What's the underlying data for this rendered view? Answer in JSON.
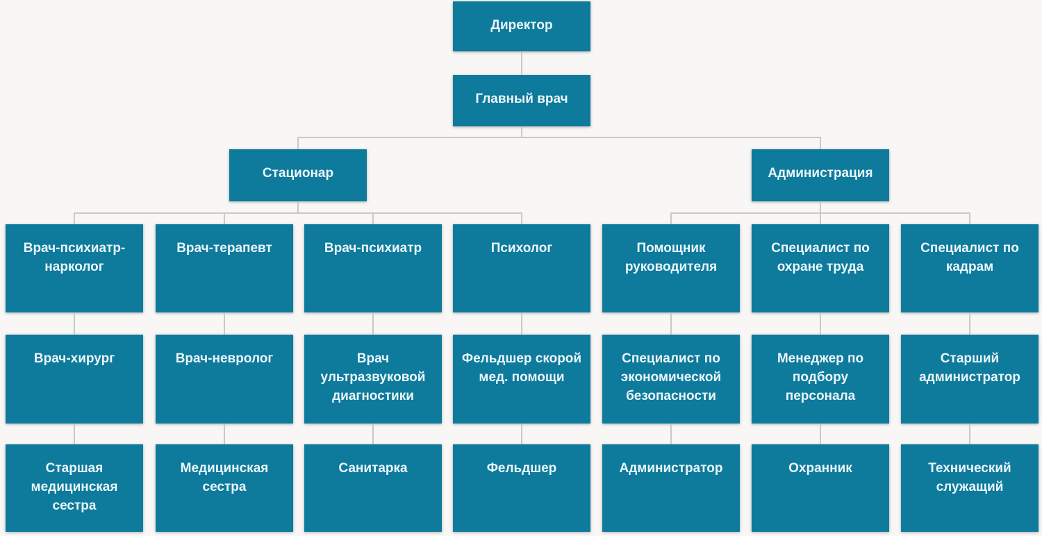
{
  "diagram": {
    "type": "org-chart",
    "colors": {
      "background": "#f8f7f5",
      "node_fill": "#0e7a9c",
      "node_text": "#eaf6fa",
      "connector": "#c8c8c8"
    },
    "nodes": {
      "director": {
        "label": "Директор"
      },
      "chief_physician": {
        "label": "Главный врач",
        "reports_to": "director"
      },
      "stationary": {
        "label": "Стационар",
        "reports_to": "chief_physician"
      },
      "administration": {
        "label": "Администрация",
        "reports_to": "chief_physician"
      },
      "psychiatrist_narcologist": {
        "label": "Врач-психиатр-\nнарколог",
        "reports_to": "stationary"
      },
      "therapist": {
        "label": "Врач-терапевт",
        "reports_to": "stationary"
      },
      "psychiatrist": {
        "label": "Врач-психиатр",
        "reports_to": "stationary"
      },
      "psychologist": {
        "label": "Психолог",
        "reports_to": "stationary"
      },
      "assistant_to_head": {
        "label": "Помощник\nруководителя",
        "reports_to": "administration"
      },
      "labor_safety_specialist": {
        "label": "Специалист по\nохране труда",
        "reports_to": "administration"
      },
      "hr_specialist": {
        "label": "Специалист по\nкадрам",
        "reports_to": "administration"
      },
      "surgeon": {
        "label": "Врач-хирург",
        "reports_to": "psychiatrist_narcologist"
      },
      "neurologist": {
        "label": "Врач-невролог",
        "reports_to": "therapist"
      },
      "ultrasound_doctor": {
        "label": "Врач\nультразвуковой\nдиагностики",
        "reports_to": "psychiatrist"
      },
      "ambulance_paramedic": {
        "label": "Фельдшер скорой\nмед. помощи",
        "reports_to": "psychologist"
      },
      "economic_security": {
        "label": "Специалист по\nэкономической\nбезопасности",
        "reports_to": "assistant_to_head"
      },
      "recruiting_manager": {
        "label": "Менеджер по\nподбору\nперсонала",
        "reports_to": "labor_safety_specialist"
      },
      "senior_administrator": {
        "label": "Старший\nадминистратор",
        "reports_to": "hr_specialist"
      },
      "head_nurse": {
        "label": "Старшая\nмедицинская\nсестра",
        "reports_to": "surgeon"
      },
      "nurse": {
        "label": "Медицинская\nсестра",
        "reports_to": "neurologist"
      },
      "orderly": {
        "label": "Санитарка",
        "reports_to": "ultrasound_doctor"
      },
      "paramedic": {
        "label": "Фельдшер",
        "reports_to": "ambulance_paramedic"
      },
      "administrator": {
        "label": "Администратор",
        "reports_to": "economic_security"
      },
      "security_guard": {
        "label": "Охранник",
        "reports_to": "recruiting_manager"
      },
      "technical_worker": {
        "label": "Технический\nслужащий",
        "reports_to": "senior_administrator"
      }
    }
  }
}
